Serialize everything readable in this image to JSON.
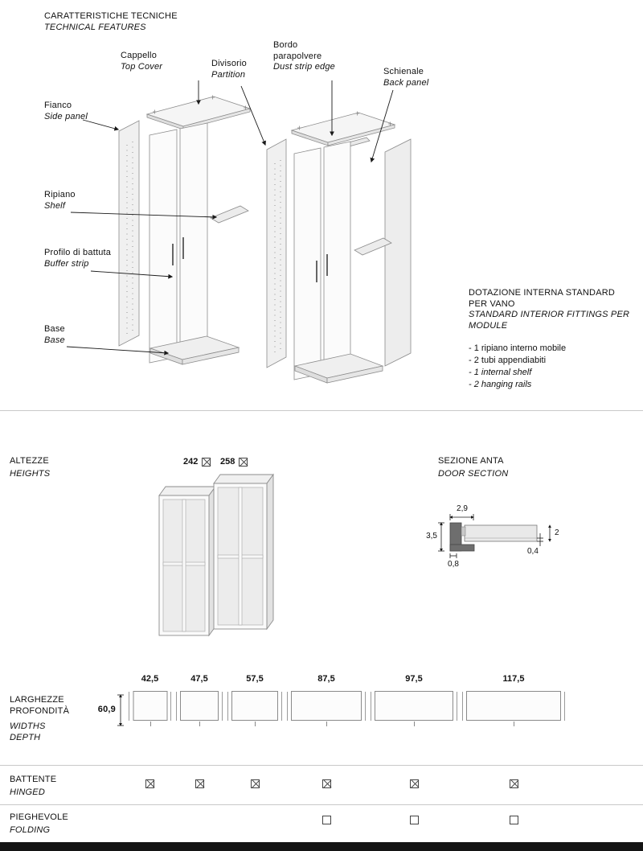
{
  "header": {
    "title_it": "CARATTERISTICHE TECNICHE",
    "title_en": "TECHNICAL FEATURES"
  },
  "part_labels": {
    "fianco": {
      "it": "Fianco",
      "en": "Side panel"
    },
    "cappello": {
      "it": "Cappello",
      "en": "Top Cover"
    },
    "divisorio": {
      "it": "Divisorio",
      "en": "Partition"
    },
    "bordo": {
      "it": "Bordo parapolvere",
      "en": "Dust strip edge"
    },
    "schienale": {
      "it": "Schienale",
      "en": "Back panel"
    },
    "ripiano": {
      "it": "Ripiano",
      "en": "Shelf"
    },
    "profilo": {
      "it": "Profilo di battuta",
      "en": "Buffer strip"
    },
    "base": {
      "it": "Base",
      "en": "Base"
    }
  },
  "fittings": {
    "title_it": "DOTAZIONE INTERNA STANDARD PER VANO",
    "title_en": "STANDARD INTERIOR FITTINGS PER MODULE",
    "items": [
      "- 1 ripiano interno mobile",
      "- 2 tubi appendiabiti",
      "- 1 internal shelf",
      "- 2 hanging rails"
    ]
  },
  "heights": {
    "label_it": "ALTEZZE",
    "label_en": "HEIGHTS",
    "options": [
      {
        "value": "242"
      },
      {
        "value": "258"
      }
    ]
  },
  "door_section": {
    "label_it": "SEZIONE ANTA",
    "label_en": "DOOR SECTION",
    "dims": {
      "top": "2,9",
      "left": "3,5",
      "bottom": "0,8",
      "lip": "0,4",
      "thickness": "2"
    }
  },
  "widths": {
    "label_it_1": "LARGHEZZE",
    "label_it_2": "PROFONDITÀ",
    "label_en_1": "WIDTHS",
    "label_en_2": "DEPTH",
    "depth": "60,9",
    "values": [
      "42,5",
      "47,5",
      "57,5",
      "87,5",
      "97,5",
      "117,5"
    ]
  },
  "options_table": {
    "rows": [
      {
        "label_it": "BATTENTE",
        "label_en": "HINGED",
        "checks": [
          "checked",
          "checked",
          "checked",
          "checked",
          "checked",
          "checked"
        ]
      },
      {
        "label_it": "PIEGHEVOLE",
        "label_en": "FOLDING",
        "checks": [
          null,
          null,
          null,
          "empty",
          "empty",
          "empty"
        ]
      }
    ]
  }
}
